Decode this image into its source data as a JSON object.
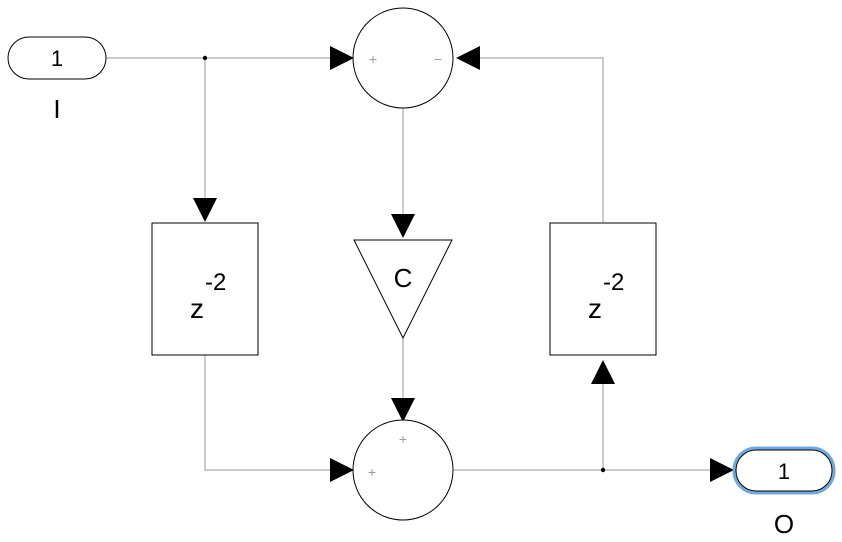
{
  "inport": {
    "number": "1",
    "label": "I"
  },
  "outport": {
    "number": "1",
    "label": "O",
    "highlight_color": "#6fa8dc"
  },
  "sum_top": {
    "sign_left": "+",
    "sign_right": "−"
  },
  "sum_bottom": {
    "sign_top": "+",
    "sign_left": "+"
  },
  "gain": {
    "label": "C"
  },
  "delay_left": {
    "base": "z",
    "exponent": "-2"
  },
  "delay_right": {
    "base": "z",
    "exponent": "-2"
  },
  "colors": {
    "wire": "#9a9a9a",
    "block_stroke": "#000000",
    "arrow": "#000000"
  }
}
